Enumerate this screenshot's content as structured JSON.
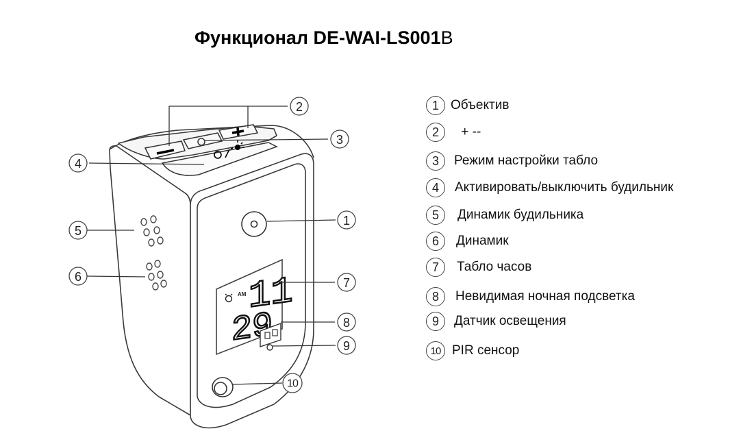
{
  "title": {
    "main": "Функционал DE-WAI-LS001",
    "suffix": "B"
  },
  "callouts": [
    "1",
    "2",
    "3",
    "4",
    "5",
    "6",
    "7",
    "8",
    "9",
    "10"
  ],
  "device_display": {
    "am_label": "AM",
    "hours": "11",
    "minutes": "29"
  },
  "legend": [
    {
      "num": "1",
      "text": "Объектив"
    },
    {
      "num": "2",
      "text": " + --"
    },
    {
      "num": "3",
      "text": "Режим настройки табло"
    },
    {
      "num": "4",
      "text": "Активировать/выключить будильник"
    },
    {
      "num": "5",
      "text": "Динамик будильника"
    },
    {
      "num": "6",
      "text": "Динамик"
    },
    {
      "num": "7",
      "text": "Табло часов"
    },
    {
      "num": "8",
      "text": "Невидимая ночная подсветка"
    },
    {
      "num": "9",
      "text": "Датчик освещения"
    },
    {
      "num": "10",
      "text": "PIR сенсор"
    }
  ]
}
